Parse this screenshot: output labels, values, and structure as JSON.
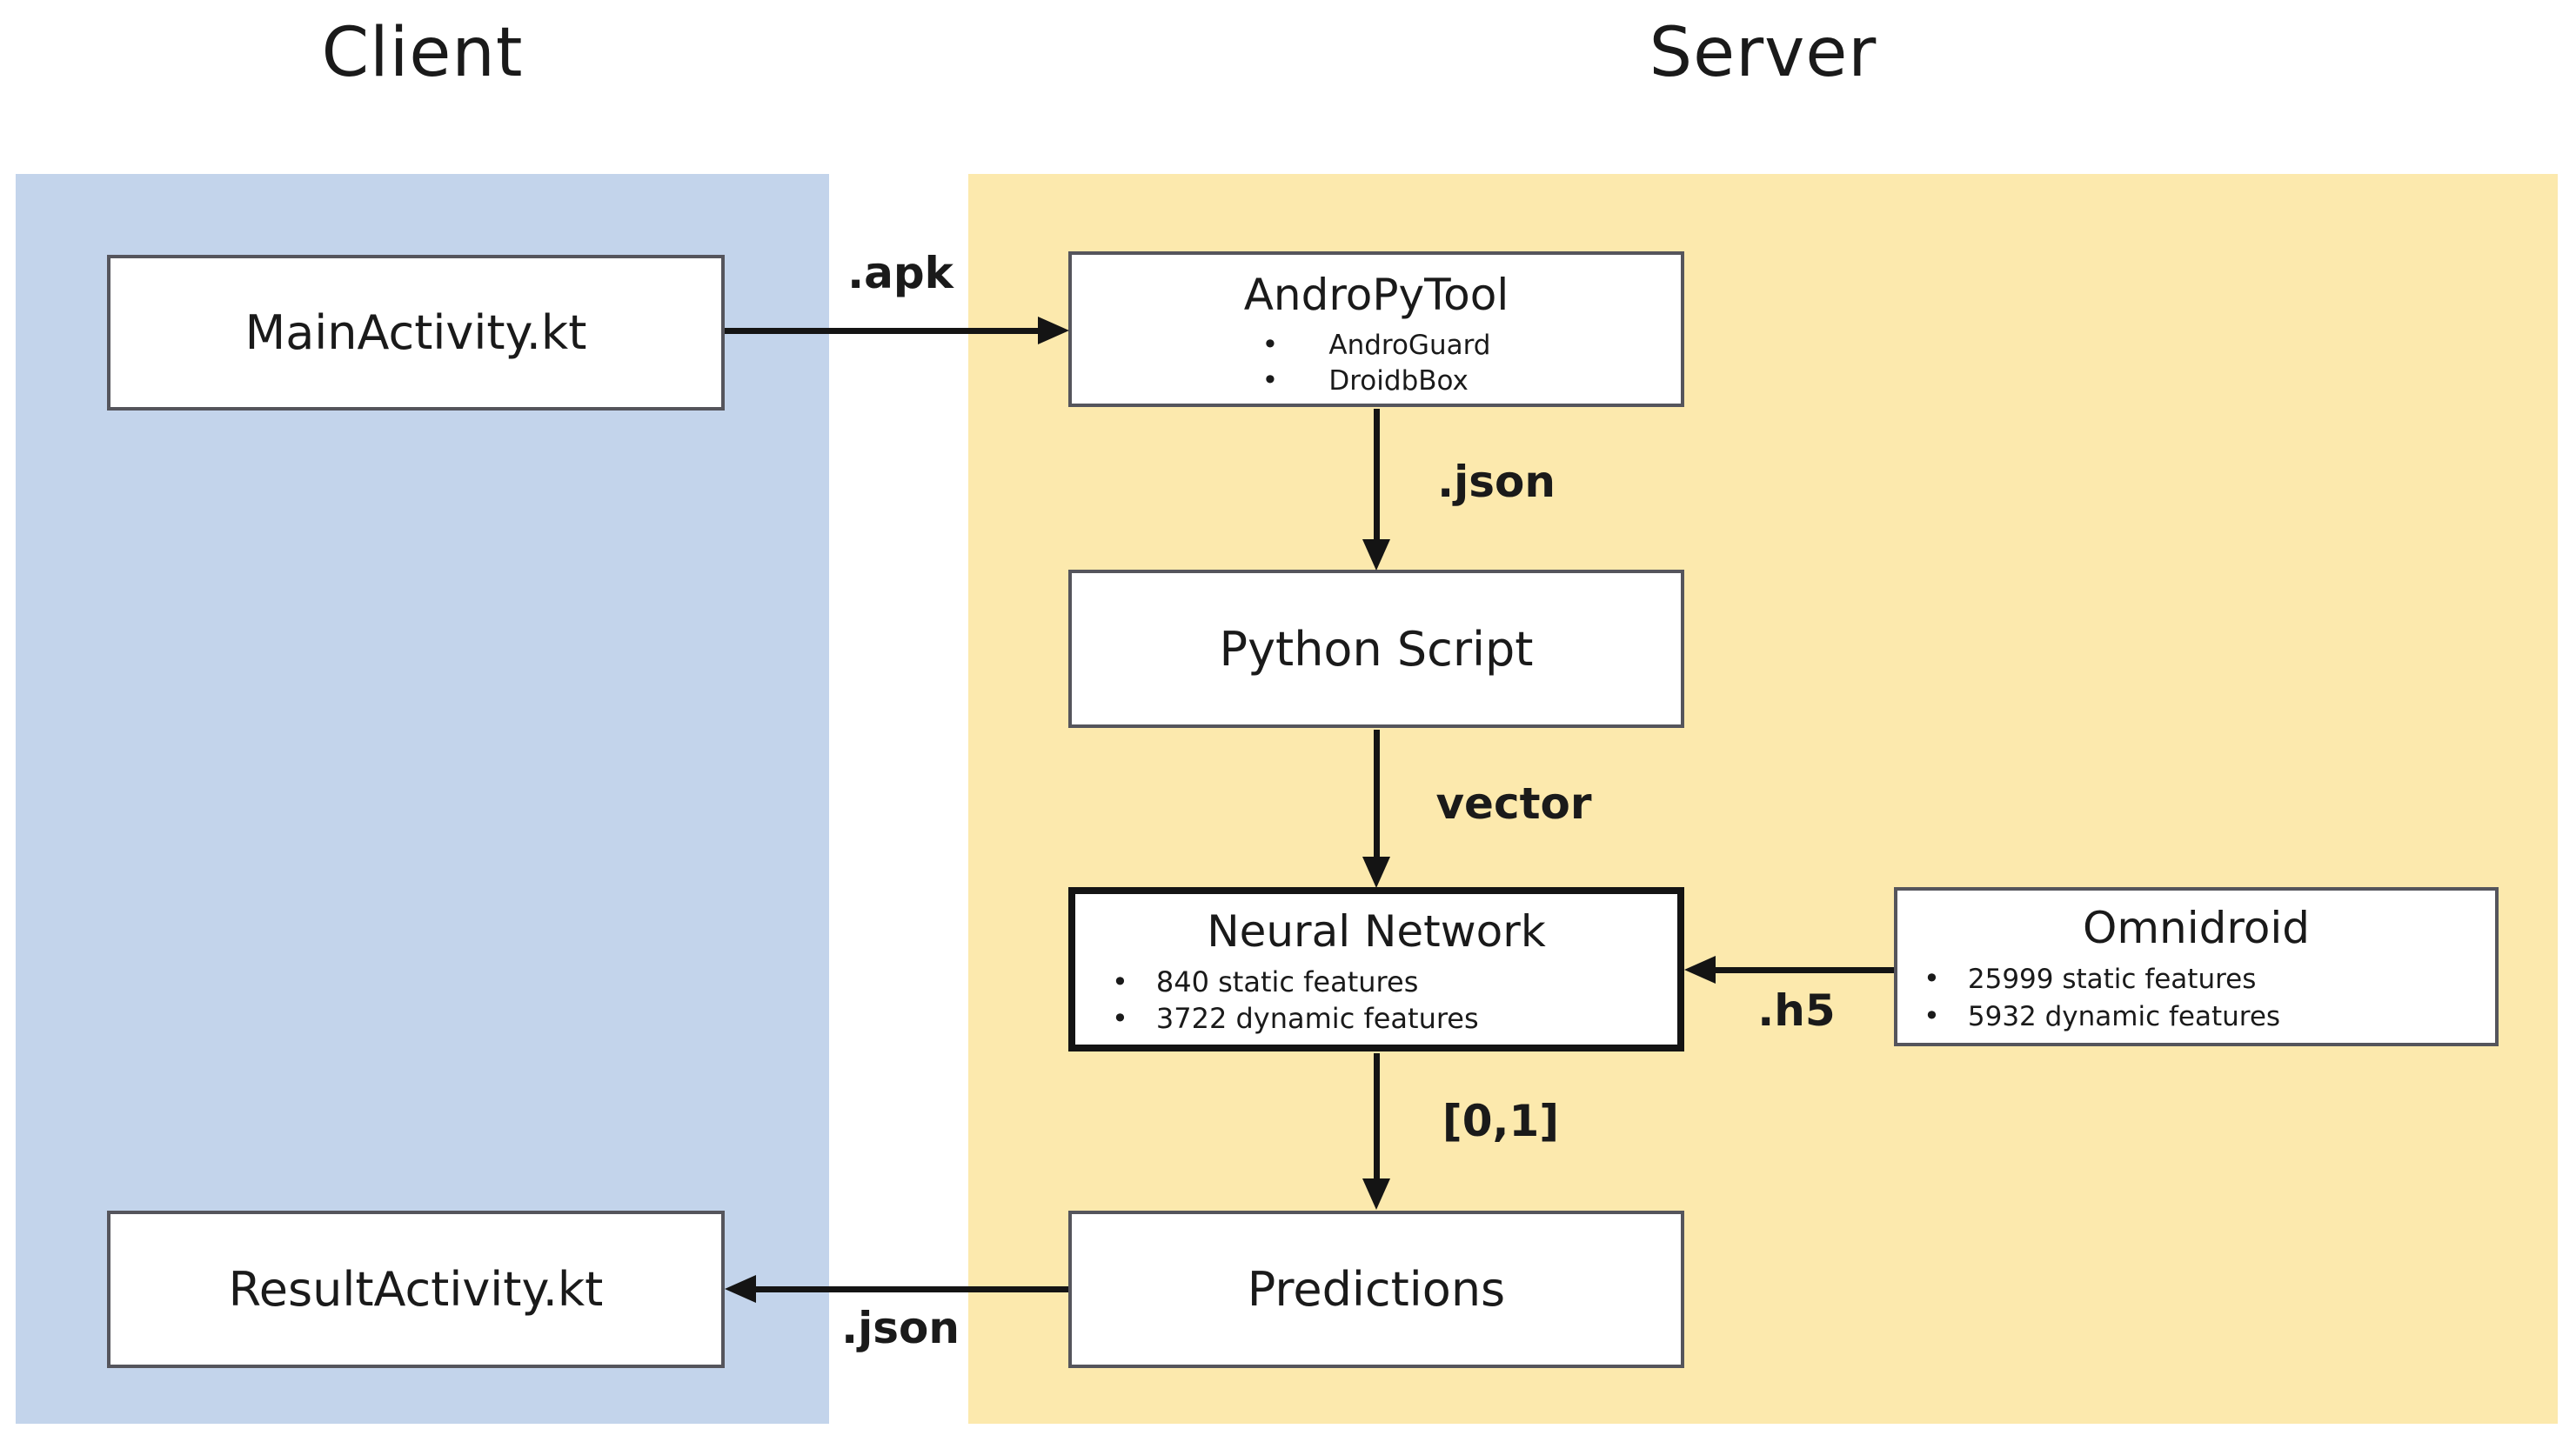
{
  "titles": {
    "client": "Client",
    "server": "Server"
  },
  "colors": {
    "client_panel_bg": "#c3d4eb",
    "server_panel_bg": "#fce9ad",
    "box_bg": "#ffffff",
    "box_border": "#55555c",
    "emphasis_border": "#141414",
    "arrow": "#141414",
    "text": "#1a1a1a",
    "page_bg": "#ffffff"
  },
  "nodes": {
    "main_activity": {
      "label": "MainActivity.kt"
    },
    "andropytool": {
      "title": "AndroPyTool",
      "bullet_glyph": "•",
      "bullets": [
        "AndroGuard",
        "DroidbBox"
      ]
    },
    "python_script": {
      "label": "Python Script"
    },
    "neural_network": {
      "title": "Neural Network",
      "bullet_glyph": "•",
      "bullets": [
        "840 static features",
        "3722 dynamic features"
      ]
    },
    "omnidroid": {
      "title": "Omnidroid",
      "bullet_glyph": "•",
      "bullets": [
        "25999 static features",
        "5932 dynamic features"
      ]
    },
    "predictions": {
      "label": "Predictions"
    },
    "result_activity": {
      "label": "ResultActivity.kt"
    }
  },
  "edges": {
    "apk": {
      "label": ".apk"
    },
    "json_top": {
      "label": ".json"
    },
    "vector": {
      "label": "vector"
    },
    "h5": {
      "label": ".h5"
    },
    "zero_one": {
      "label": "[0,1]"
    },
    "json_bottom": {
      "label": ".json"
    }
  }
}
